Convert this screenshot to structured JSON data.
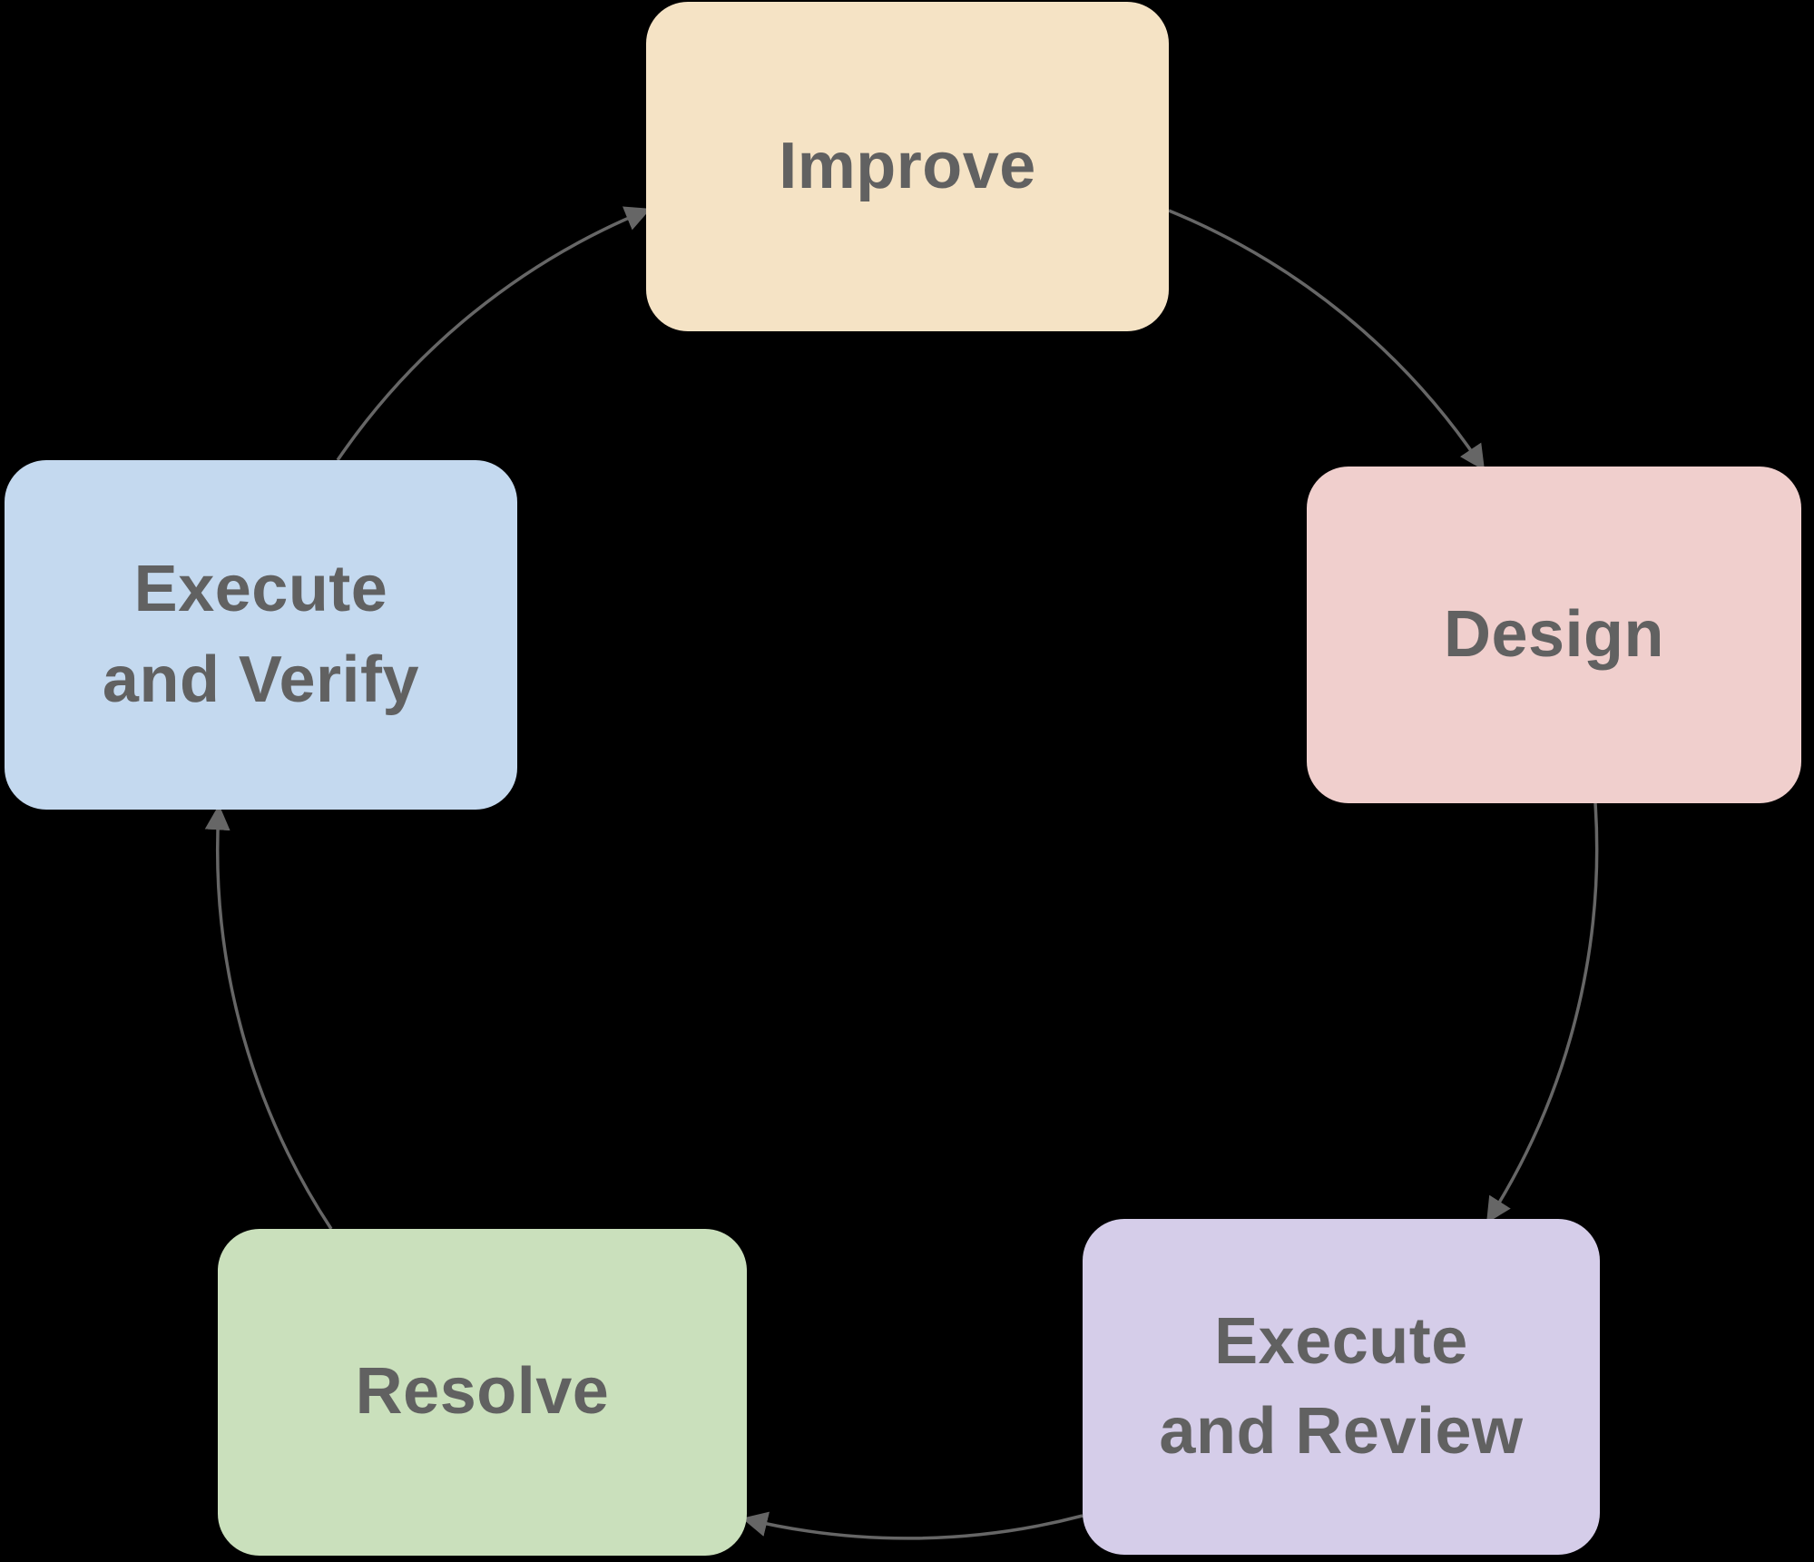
{
  "diagram": {
    "type": "cycle",
    "nodes": {
      "improve": {
        "label": "Improve",
        "color": "#f5e3c5"
      },
      "design": {
        "label": "Design",
        "color": "#f0cfcd"
      },
      "execute_review": {
        "label": "Execute\nand Review",
        "color": "#d5cde9"
      },
      "resolve": {
        "label": "Resolve",
        "color": "#cae0bc"
      },
      "execute_verify": {
        "label": "Execute\nand Verify",
        "color": "#c4d9ef"
      }
    },
    "flow": [
      "improve",
      "design",
      "execute_review",
      "resolve",
      "execute_verify"
    ]
  },
  "colors": {
    "arrow-color": "#666666",
    "text-color": "#616161",
    "background": "#000000"
  }
}
